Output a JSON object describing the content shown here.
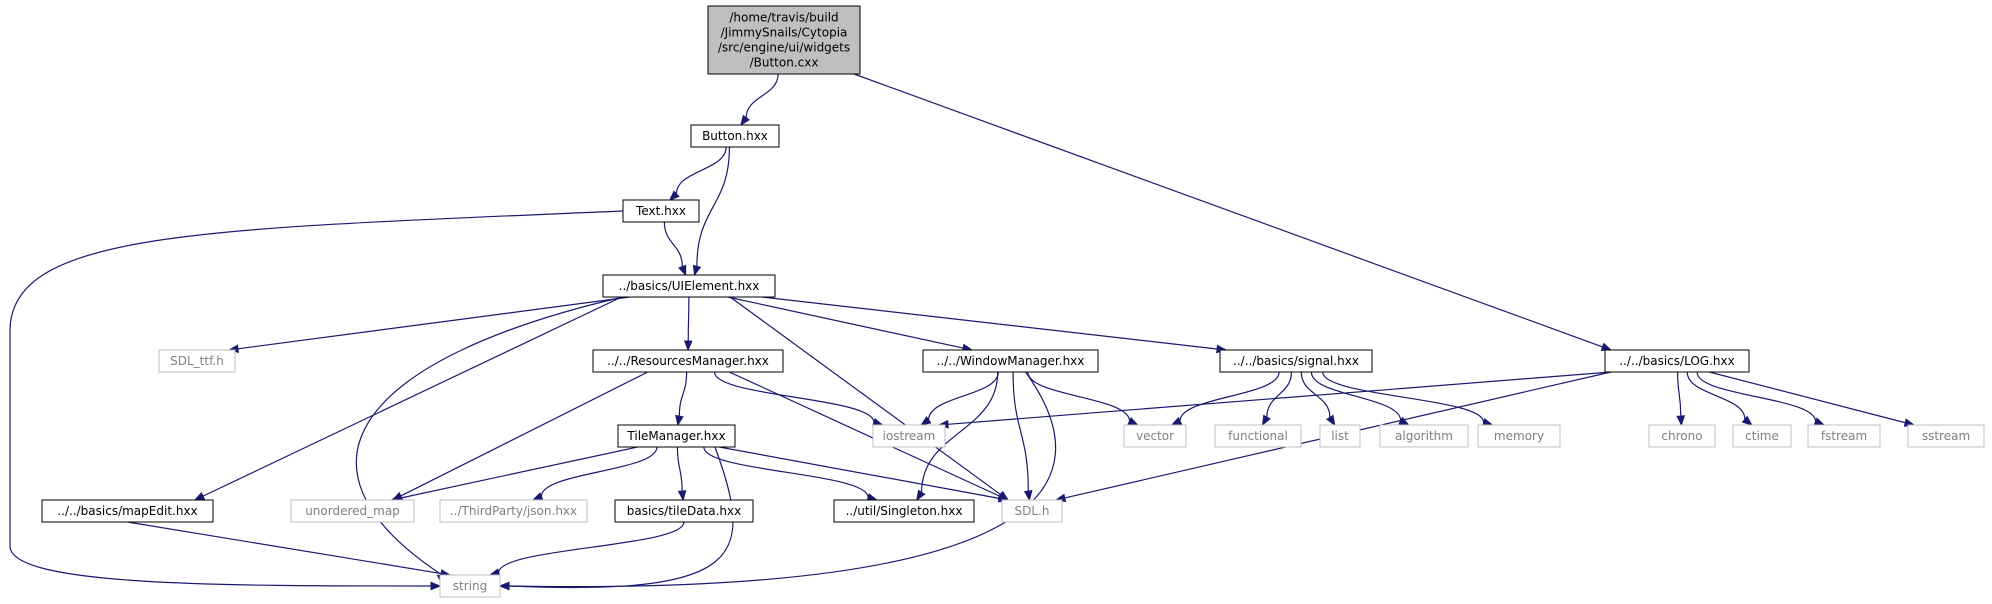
{
  "colors": {
    "edge": "#191970",
    "root_fill": "#bfbfbf",
    "node_fill": "#ffffff",
    "node_border": "#000000",
    "external_border": "#bfbfbf",
    "external_text": "#808080",
    "text": "#000000"
  },
  "nodes": [
    {
      "id": "root",
      "lines": [
        "/home/travis/build",
        "/JimmySnails/Cytopia",
        "/src/engine/ui/widgets",
        "/Button.cxx"
      ],
      "kind": "root"
    },
    {
      "id": "button_hxx",
      "lines": [
        "Button.hxx"
      ],
      "kind": "file"
    },
    {
      "id": "text_hxx",
      "lines": [
        "Text.hxx"
      ],
      "kind": "file"
    },
    {
      "id": "uielement_hxx",
      "lines": [
        "../basics/UIElement.hxx"
      ],
      "kind": "file"
    },
    {
      "id": "log_hxx",
      "lines": [
        "../../basics/LOG.hxx"
      ],
      "kind": "file"
    },
    {
      "id": "sdl_ttf",
      "lines": [
        "SDL_ttf.h"
      ],
      "kind": "external"
    },
    {
      "id": "resources_manager",
      "lines": [
        "../../ResourcesManager.hxx"
      ],
      "kind": "file"
    },
    {
      "id": "window_manager",
      "lines": [
        "../../WindowManager.hxx"
      ],
      "kind": "file"
    },
    {
      "id": "signal_hxx",
      "lines": [
        "../../basics/signal.hxx"
      ],
      "kind": "file"
    },
    {
      "id": "tile_manager",
      "lines": [
        "TileManager.hxx"
      ],
      "kind": "file"
    },
    {
      "id": "iostream",
      "lines": [
        "iostream"
      ],
      "kind": "external"
    },
    {
      "id": "vector",
      "lines": [
        "vector"
      ],
      "kind": "external"
    },
    {
      "id": "functional",
      "lines": [
        "functional"
      ],
      "kind": "external"
    },
    {
      "id": "list",
      "lines": [
        "list"
      ],
      "kind": "external"
    },
    {
      "id": "algorithm",
      "lines": [
        "algorithm"
      ],
      "kind": "external"
    },
    {
      "id": "memory",
      "lines": [
        "memory"
      ],
      "kind": "external"
    },
    {
      "id": "chrono",
      "lines": [
        "chrono"
      ],
      "kind": "external"
    },
    {
      "id": "ctime",
      "lines": [
        "ctime"
      ],
      "kind": "external"
    },
    {
      "id": "fstream",
      "lines": [
        "fstream"
      ],
      "kind": "external"
    },
    {
      "id": "sstream",
      "lines": [
        "sstream"
      ],
      "kind": "external"
    },
    {
      "id": "map_edit",
      "lines": [
        "../../basics/mapEdit.hxx"
      ],
      "kind": "file"
    },
    {
      "id": "unordered_map",
      "lines": [
        "unordered_map"
      ],
      "kind": "external"
    },
    {
      "id": "json_hxx",
      "lines": [
        "../ThirdParty/json.hxx"
      ],
      "kind": "external"
    },
    {
      "id": "tile_data",
      "lines": [
        "basics/tileData.hxx"
      ],
      "kind": "file"
    },
    {
      "id": "singleton",
      "lines": [
        "../util/Singleton.hxx"
      ],
      "kind": "file"
    },
    {
      "id": "sdl_h",
      "lines": [
        "SDL.h"
      ],
      "kind": "external"
    },
    {
      "id": "string",
      "lines": [
        "string"
      ],
      "kind": "external"
    }
  ],
  "edges": [
    {
      "from": "root",
      "to": "button_hxx"
    },
    {
      "from": "root",
      "to": "log_hxx"
    },
    {
      "from": "button_hxx",
      "to": "text_hxx"
    },
    {
      "from": "button_hxx",
      "to": "uielement_hxx"
    },
    {
      "from": "text_hxx",
      "to": "uielement_hxx"
    },
    {
      "from": "text_hxx",
      "to": "string"
    },
    {
      "from": "uielement_hxx",
      "to": "sdl_ttf"
    },
    {
      "from": "uielement_hxx",
      "to": "resources_manager"
    },
    {
      "from": "uielement_hxx",
      "to": "window_manager"
    },
    {
      "from": "uielement_hxx",
      "to": "signal_hxx"
    },
    {
      "from": "uielement_hxx",
      "to": "map_edit"
    },
    {
      "from": "uielement_hxx",
      "to": "string"
    },
    {
      "from": "uielement_hxx",
      "to": "sdl_h"
    },
    {
      "from": "resources_manager",
      "to": "tile_manager"
    },
    {
      "from": "resources_manager",
      "to": "iostream"
    },
    {
      "from": "resources_manager",
      "to": "unordered_map"
    },
    {
      "from": "resources_manager",
      "to": "sdl_h"
    },
    {
      "from": "window_manager",
      "to": "iostream"
    },
    {
      "from": "window_manager",
      "to": "vector"
    },
    {
      "from": "window_manager",
      "to": "singleton"
    },
    {
      "from": "window_manager",
      "to": "sdl_h"
    },
    {
      "from": "window_manager",
      "to": "string"
    },
    {
      "from": "signal_hxx",
      "to": "vector"
    },
    {
      "from": "signal_hxx",
      "to": "functional"
    },
    {
      "from": "signal_hxx",
      "to": "list"
    },
    {
      "from": "signal_hxx",
      "to": "algorithm"
    },
    {
      "from": "signal_hxx",
      "to": "memory"
    },
    {
      "from": "log_hxx",
      "to": "iostream"
    },
    {
      "from": "log_hxx",
      "to": "sdl_h"
    },
    {
      "from": "log_hxx",
      "to": "chrono"
    },
    {
      "from": "log_hxx",
      "to": "ctime"
    },
    {
      "from": "log_hxx",
      "to": "fstream"
    },
    {
      "from": "log_hxx",
      "to": "sstream"
    },
    {
      "from": "tile_manager",
      "to": "unordered_map"
    },
    {
      "from": "tile_manager",
      "to": "json_hxx"
    },
    {
      "from": "tile_manager",
      "to": "tile_data"
    },
    {
      "from": "tile_manager",
      "to": "singleton"
    },
    {
      "from": "tile_manager",
      "to": "sdl_h"
    },
    {
      "from": "tile_manager",
      "to": "string"
    },
    {
      "from": "map_edit",
      "to": "string"
    },
    {
      "from": "tile_data",
      "to": "string"
    }
  ]
}
